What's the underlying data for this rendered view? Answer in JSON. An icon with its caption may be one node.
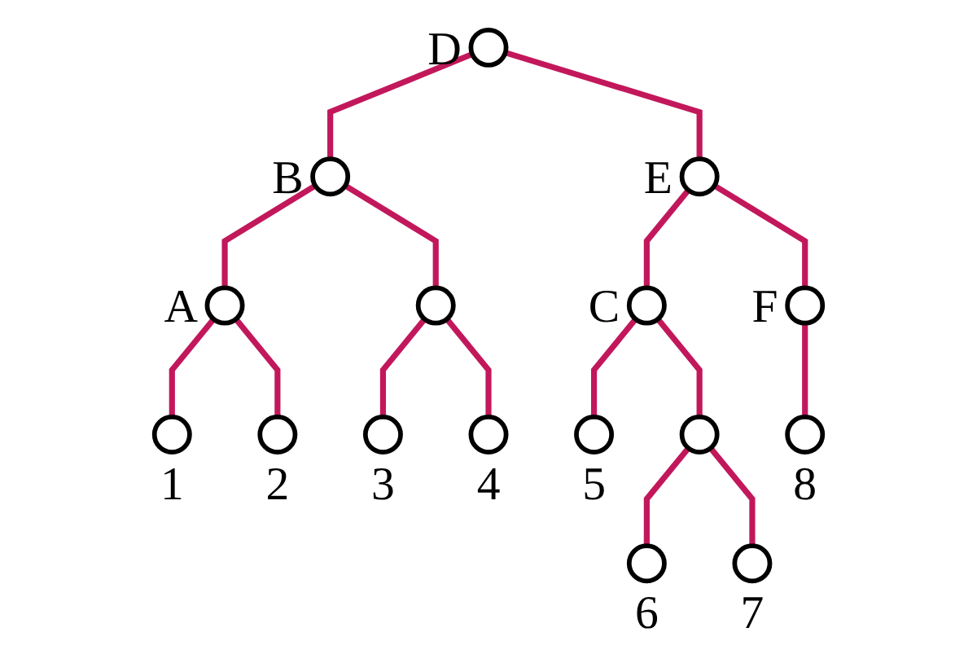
{
  "diagram": {
    "nodes": [
      {
        "text": [],
        "shape": "circle",
        "beside": [
          "D"
        ]
      },
      {
        "text": [],
        "shape": "circle",
        "beside": [
          "B"
        ]
      },
      {
        "text": [],
        "shape": "circle",
        "beside": [
          "E"
        ]
      },
      {
        "text": [],
        "shape": "circle",
        "beside": [
          "A"
        ]
      },
      {
        "text": [],
        "shape": "circle"
      },
      {
        "text": [],
        "shape": "circle",
        "beside": [
          "C"
        ]
      },
      {
        "text": [],
        "shape": "circle",
        "beside": [
          "F"
        ]
      },
      {
        "text": [],
        "shape": "circle",
        "beside": [
          "1"
        ]
      },
      {
        "text": [],
        "shape": "circle",
        "beside": [
          "2"
        ]
      },
      {
        "text": [],
        "shape": "circle",
        "beside": [
          "3"
        ]
      },
      {
        "text": [],
        "shape": "circle",
        "beside": [
          "4"
        ]
      },
      {
        "text": [],
        "shape": "circle",
        "beside": [
          "5"
        ]
      },
      {
        "text": [],
        "shape": "circle"
      },
      {
        "text": [],
        "shape": "circle",
        "beside": [
          "8"
        ]
      },
      {
        "text": [],
        "shape": "circle",
        "beside": [
          "6"
        ]
      },
      {
        "text": [],
        "shape": "circle",
        "beside": [
          "7"
        ]
      }
    ],
    "edges": [
      {
        "from": 0,
        "to": 1,
        "arrow": "none"
      },
      {
        "from": 0,
        "to": 2,
        "arrow": "none"
      },
      {
        "from": 1,
        "to": 3,
        "arrow": "none"
      },
      {
        "from": 1,
        "to": 4,
        "arrow": "none"
      },
      {
        "from": 3,
        "to": 7,
        "arrow": "none"
      },
      {
        "from": 3,
        "to": 8,
        "arrow": "none"
      },
      {
        "from": 4,
        "to": 9,
        "arrow": "none"
      },
      {
        "from": 4,
        "to": 10,
        "arrow": "none"
      },
      {
        "from": 2,
        "to": 5,
        "arrow": "none"
      },
      {
        "from": 2,
        "to": 6,
        "arrow": "none"
      },
      {
        "from": 5,
        "to": 11,
        "arrow": "none"
      },
      {
        "from": 5,
        "to": 12,
        "arrow": "none"
      },
      {
        "from": 12,
        "to": 14,
        "arrow": "none"
      },
      {
        "from": 12,
        "to": 15,
        "arrow": "none"
      },
      {
        "from": 6,
        "to": 13,
        "arrow": "none"
      }
    ]
  }
}
